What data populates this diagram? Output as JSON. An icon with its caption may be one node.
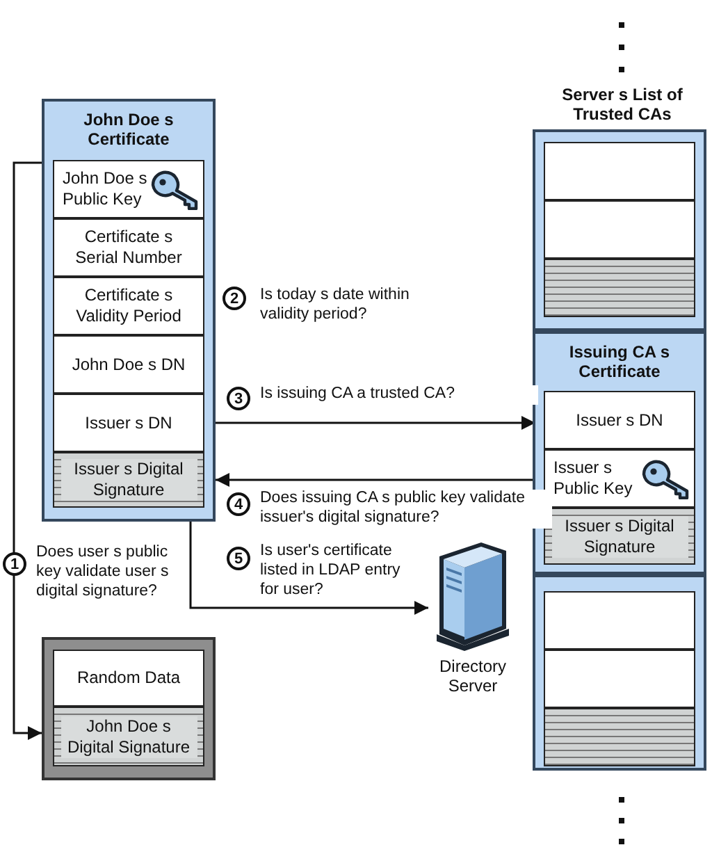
{
  "diagram": {
    "nodes": [
      {
        "text": [
          "John Doe s Certificate"
        ]
      },
      {
        "text": [
          "John Doe s Public Key"
        ],
        "in": 0
      },
      {
        "text": [
          "Certificate s Serial Number"
        ],
        "in": 0
      },
      {
        "text": [
          "Certificate s Validity Period"
        ],
        "in": 0
      },
      {
        "text": [
          "John Doe s DN"
        ],
        "in": 0
      },
      {
        "text": [
          "Issuer s DN"
        ],
        "in": 0
      },
      {
        "text": [
          "Issuer s Digital Signature"
        ],
        "in": 0
      },
      {
        "text": [
          "Server s List of Trusted CAs"
        ]
      },
      {
        "text": [],
        "shape": "box",
        "in": 7
      },
      {
        "text": [],
        "shape": "box",
        "in": 8
      },
      {
        "text": [],
        "shape": "box",
        "in": 8
      },
      {
        "text": [],
        "shape": "box",
        "in": 8
      },
      {
        "text": [
          "Issuing CA s Certificate"
        ],
        "in": 7
      },
      {
        "text": [
          "Issuer s DN"
        ],
        "in": 12
      },
      {
        "text": [
          "Issuer s Public Key"
        ],
        "in": 12
      },
      {
        "text": [
          "Issuer s Digital Signature"
        ],
        "in": 12
      },
      {
        "text": [],
        "shape": "box",
        "in": 7
      },
      {
        "text": [],
        "shape": "box",
        "in": 16
      },
      {
        "text": [],
        "shape": "box",
        "in": 16
      },
      {
        "text": [],
        "shape": "box",
        "in": 16
      },
      {
        "text": [
          "Directory Server"
        ]
      },
      {
        "text": [],
        "shape": "box"
      },
      {
        "text": [
          "Random Data"
        ],
        "in": 21
      },
      {
        "text": [
          "John Doe s Digital Signature"
        ],
        "in": 21
      }
    ],
    "edges": [
      {
        "from": 0,
        "to": 21,
        "arrow": "to",
        "label": "Does user s public key validate user s digital signature?"
      },
      {
        "from": 0,
        "to": 12,
        "arrow": "to",
        "label": "Is issuing CA a trusted CA?"
      },
      {
        "from": 12,
        "to": 0,
        "arrow": "to",
        "label": "Does issuing CA s public key validate issuer's digital signature?"
      },
      {
        "from": 0,
        "to": 20,
        "arrow": "to",
        "label": "Is user's certificate listed in LDAP entry for user?"
      }
    ],
    "labels": [
      "2",
      "Is today s date within validity period?",
      "3",
      "4",
      "1",
      "5"
    ]
  }
}
